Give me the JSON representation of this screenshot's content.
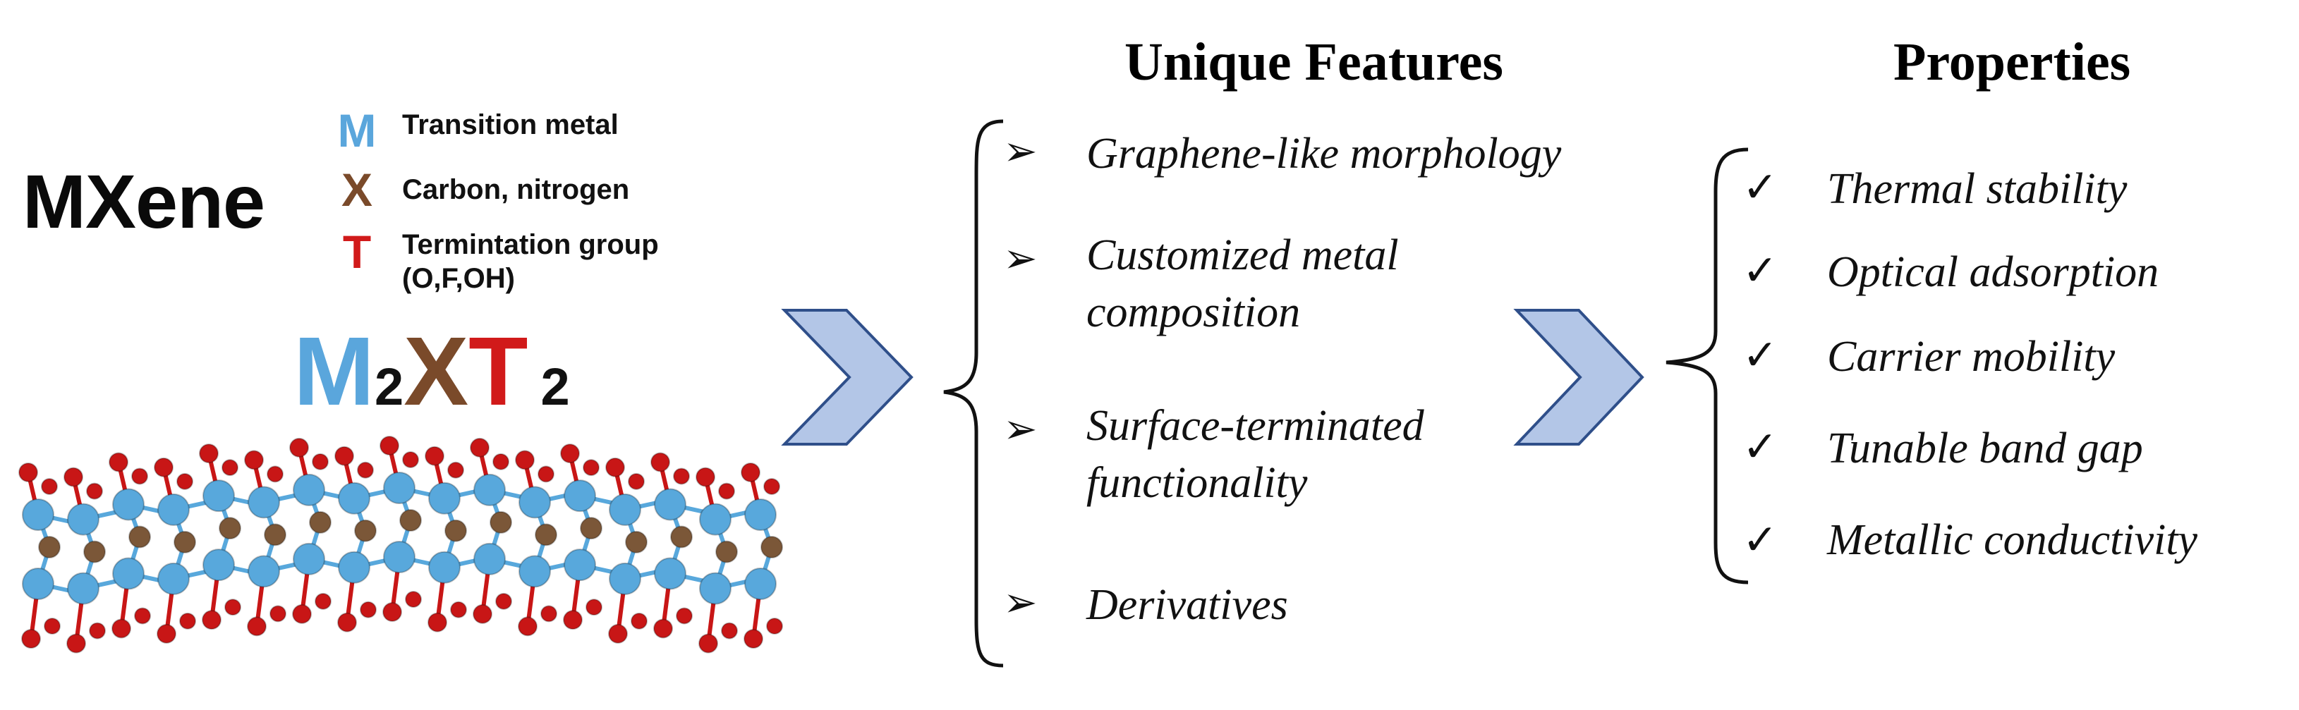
{
  "mxene": {
    "title": "MXene",
    "legend": [
      {
        "letter": "M",
        "label": "Transition metal",
        "color": "#5aa6dc"
      },
      {
        "letter": "X",
        "label": "Carbon, nitrogen",
        "color": "#7a4a2a"
      },
      {
        "letter": "T",
        "label": "Termintation group",
        "sub_label": "(O,F,OH)",
        "color": "#d11a1a"
      }
    ],
    "formula": {
      "m": "M",
      "m_sub": "2",
      "x": "X",
      "t": "T",
      "t_sub": "2"
    },
    "atom_colors": {
      "metal": "#58a8dc",
      "carbon": "#7b5738",
      "termination": "#c81616"
    }
  },
  "features": {
    "heading": "Unique Features",
    "marker_glyph": "➢",
    "items": [
      {
        "lines": [
          "Graphene-like morphology"
        ]
      },
      {
        "lines": [
          "Customized metal",
          "composition"
        ]
      },
      {
        "lines": [
          "Surface-terminated",
          "functionality"
        ]
      },
      {
        "lines": [
          "Derivatives"
        ]
      }
    ]
  },
  "properties": {
    "heading": "Properties",
    "check_glyph": "✓",
    "items": [
      "Thermal stability",
      "Optical adsorption",
      "Carrier mobility",
      "Tunable band gap",
      "Metallic conductivity"
    ]
  },
  "arrows": {
    "fill": "#b3c6e7",
    "stroke": "#2f4f8a"
  }
}
